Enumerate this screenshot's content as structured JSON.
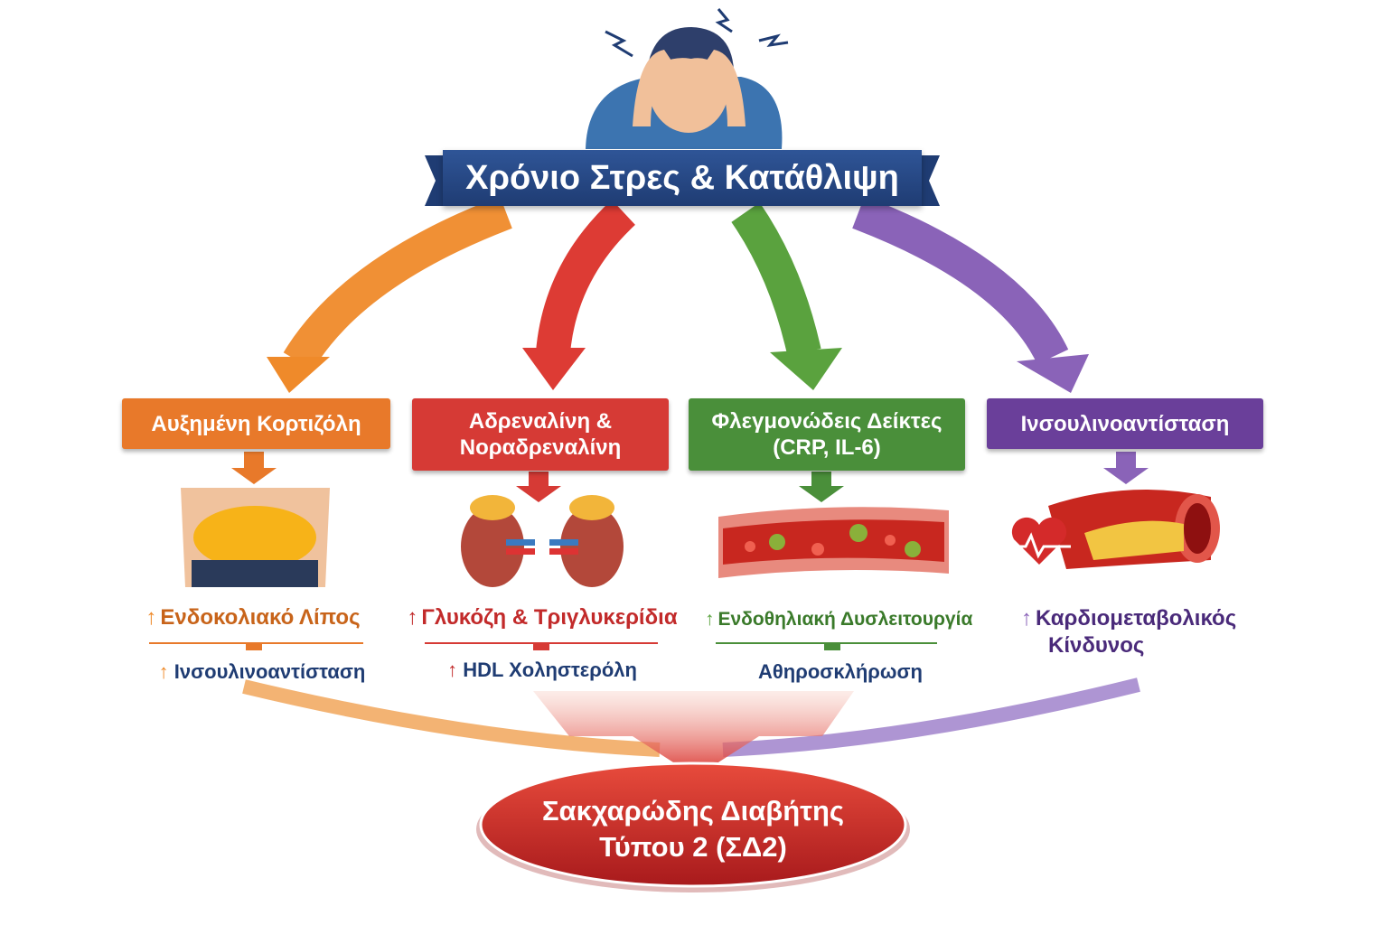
{
  "title": "Χρόνιο Στρες & Κατάθλιψη",
  "colors": {
    "orange": "#e8792a",
    "red": "#d63a35",
    "green": "#4a8f3a",
    "purple": "#6a3f9a",
    "navy": "#1f3c73"
  },
  "pathways": [
    {
      "box_lines": [
        "Αυξημένη Κορτιζόλη"
      ],
      "effect": "Ενδοκολιακό Λίπος",
      "arrow": "↑",
      "sub": "Ινσουλινοαντίσταση",
      "sub_arrow": "↑",
      "image": "abdominal-fat-icon"
    },
    {
      "box_lines": [
        "Αδρεναλίνη &",
        "Νοραδρεναλίνη"
      ],
      "effect": "Γλυκόζη & Τριγλυκερίδια",
      "arrow": "↑",
      "sub": "HDL Χοληστερόλη",
      "sub_arrow": "↑",
      "image": "adrenal-kidneys-icon"
    },
    {
      "box_lines": [
        "Φλεγμονώδεις Δείκτες",
        "(CRP, IL-6)"
      ],
      "effect": "Ενδοθηλιακή Δυσλειτουργία",
      "arrow": "↑",
      "sub": "Αθηροσκλήρωση",
      "image": "inflamed-vessel-icon"
    },
    {
      "box_lines": [
        "Ινσουλινοαντίσταση"
      ],
      "effect_lines": [
        "Καρδιομεταβολικός",
        "Κίνδυνος"
      ],
      "arrow": "↑",
      "image": "clogged-artery-heart-icon"
    }
  ],
  "outcome": {
    "lines": [
      "Σακχαρώδης Διαβήτης",
      "Τύπου 2 (ΣΔ2)"
    ]
  }
}
